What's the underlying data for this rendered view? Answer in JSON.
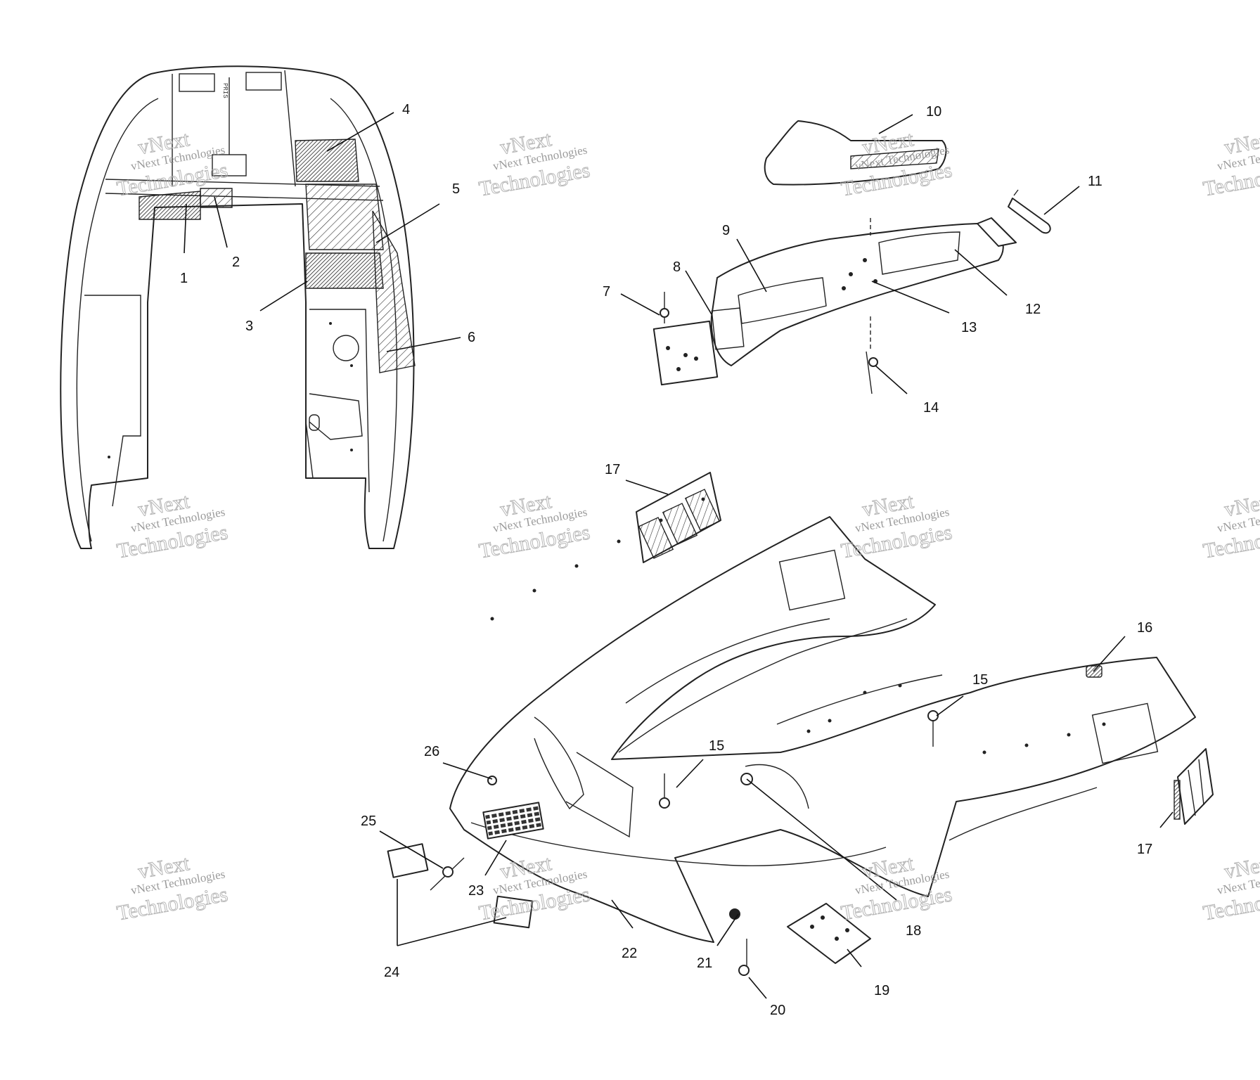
{
  "callouts": [
    "1",
    "2",
    "3",
    "4",
    "5",
    "6",
    "7",
    "8",
    "9",
    "10",
    "11",
    "12",
    "13",
    "14",
    "15",
    "15",
    "16",
    "17",
    "17",
    "18",
    "19",
    "20",
    "21",
    "22",
    "23",
    "24",
    "25",
    "26"
  ],
  "watermark": {
    "line1": "vNext",
    "line2": "vNext Technologies",
    "line3": "Technologies"
  },
  "hood_mark": "PRIS"
}
